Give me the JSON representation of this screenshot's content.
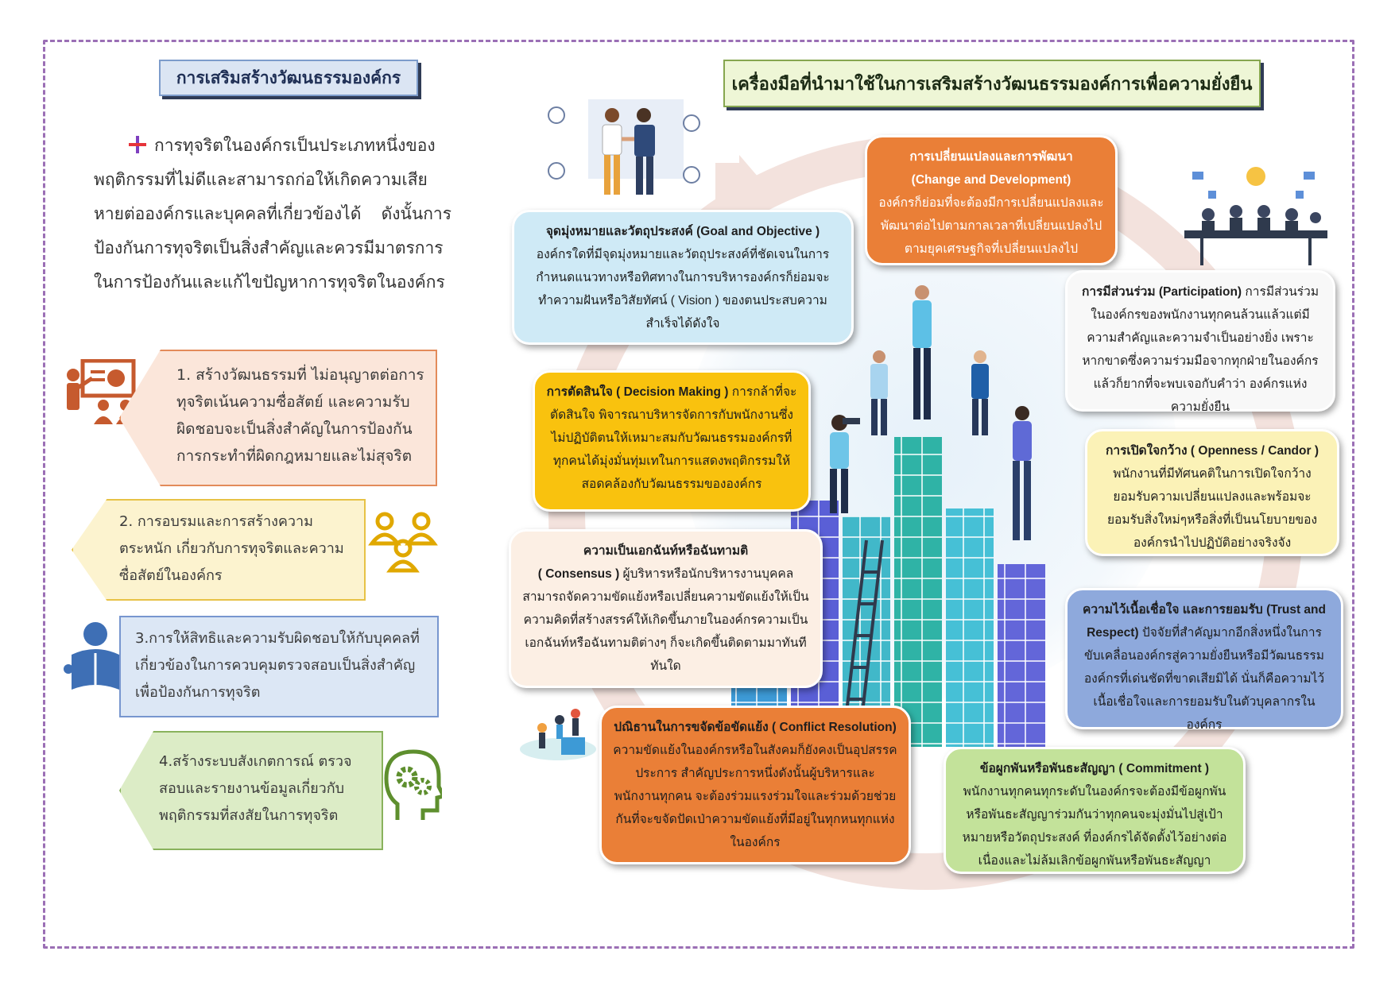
{
  "left": {
    "title": "การเสริมสร้างวัฒนธรรมองค์กร",
    "intro": "การทุจริตในองค์กรเป็นประเภทหนึ่งของพฤติกรรมที่ไม่ดีและสามารถก่อให้เกิดความเสียหายต่อองค์กรและบุคคลที่เกี่ยวข้องได้ ดังนั้นการป้องกันการทุจริตเป็นสิ่งสำคัญและควรมีมาตรการในการป้องกันและแก้ไขปัญหาการทุจริตในองค์กร",
    "cards": [
      {
        "text": "1. สร้างวัฒนธรรมที่ ไม่อนุญาตต่อการทุจริตเน้นความซื่อสัตย์ และความรับผิดชอบจะเป็นสิ่งสำคัญในการป้องกันการกระทำที่ผิดกฎหมายและไม่สุจริต",
        "icon": "presentation-icon",
        "color": "#c65a2e"
      },
      {
        "text": "2. การอบรมและการสร้างความตระหนัก เกี่ยวกับการทุจริตและความซื่อสัตย์ในองค์กร",
        "icon": "team-icon",
        "color": "#e0a800"
      },
      {
        "text": "3.การให้สิทธิและความรับผิดชอบให้กับบุคคลที่เกี่ยวข้องในการควบคุมตรวจสอบเป็นสิ่งสำคัญเพื่อป้องกันการทุจริต",
        "icon": "reader-icon",
        "color": "#3e6fb5"
      },
      {
        "text": "4.สร้างระบบสังเกตการณ์ ตรวจสอบและรายงานข้อมูลเกี่ยวกับพฤติกรรมที่สงสัยในการทุจริต",
        "icon": "head-gears-icon",
        "color": "#5e8f2e"
      }
    ]
  },
  "right": {
    "title": "เครื่องมือที่นำมาใช้ในการเสริมสร้างวัฒนธรรมองค์การเพื่อความยั่งยืน",
    "goal": {
      "heading": "จุดมุ่งหมายและวัตถุประสงค์ (Goal and Objective )",
      "body": "องค์กรใดที่มีจุดมุ่งหมายและวัตถุประสงค์ที่ชัดเจนในการกำหนดแนวทางหรือทิศทางในการบริหารองค์กรก็ย่อมจะทำความฝันหรือวิสัยทัศน์ ( Vision ) ของตนประสบความสำเร็จได้ดังใจ"
    },
    "change": {
      "heading": "การเปลี่ยนแปลงและการพัฒนา",
      "heading2": "(Change and Development)",
      "body": "องค์กรก็ย่อมที่จะต้องมีการเปลี่ยนแปลงและพัฒนาต่อไปตามกาลเวลาที่เปลี่ยนแปลงไปตามยุคเศรษฐกิจที่เปลี่ยนแปลงไป"
    },
    "decision": {
      "heading": "การตัดสินใจ ( Decision Making )",
      "body": "การกล้าที่จะตัดสินใจ พิจารณาบริหารจัดการกับพนักงานซึ่งไม่ปฏิบัติตนให้เหมาะสมกับวัฒนธรรมองค์กรที่ทุกคนได้มุ่งมั่นทุ่มเทในการแสดงพฤติกรรมให้สอดคล้องกับวัฒนธรรมขององค์กร"
    },
    "participation": {
      "heading": "การมีส่วนร่วม (Participation)",
      "body": "การมีส่วนร่วมในองค์กรของพนักงานทุกคนล้วนแล้วแต่มีความสำคัญและความจำเป็นอย่างยิ่ง เพราะหากขาดซึ่งความร่วมมือจากทุกฝ่ายในองค์กรแล้วก็ยากที่จะพบเจอกับคำว่า องค์กรแห่งความยั่งยืน"
    },
    "openness": {
      "heading": "การเปิดใจกว้าง ( Openness / Candor )",
      "body": "พนักงานที่มีทัศนคติในการเปิดใจกว้างยอมรับความเปลี่ยนแปลงและพร้อมจะยอมรับสิ่งใหม่ๆหรือสิ่งที่เป็นนโยบายขององค์กรนำไปปฏิบัติอย่างจริงจัง"
    },
    "consensus": {
      "heading": "ความเป็นเอกฉันท์หรือฉันทามติ",
      "heading2": "( Consensus )",
      "body": "ผู้บริหารหรือนักบริหารงานบุคคลสามารถจัดความขัดแย้งหรือเปลี่ยนความขัดแย้งให้เป็นความคิดที่สร้างสรรค์ให้เกิดขึ้นภายในองค์กรความเป็นเอกฉันท์หรือฉันทามติต่างๆ ก็จะเกิดขึ้นติดตามมาทันทีทันใด"
    },
    "trust": {
      "heading": "ความไว้เนื้อเชื่อใจ และการยอมรับ (Trust and Respect)",
      "body": "ปัจจัยที่สำคัญมากอีกสิ่งหนึ่งในการขับเคลื่อนองค์กรสู่ความยั่งยืนหรือมีวัฒนธรรมองค์กรที่เด่นชัดที่ขาดเสียมิได้ นั่นก็คือความไว้เนื้อเชื่อใจและการยอมรับในตัวบุคลากรในองค์กร"
    },
    "conflict": {
      "heading": "ปณิธานในการขจัดข้อขัดแย้ง ( Conflict Resolution)",
      "body": "ความขัดแย้งในองค์กรหรือในสังคมก็ยังคงเป็นอุปสรรคประการ สำคัญประการหนึ่งดังนั้นผู้บริหารและพนักงานทุกคน จะต้องร่วมแรงร่วมใจและร่วมด้วยช่วยกันที่จะขจัดปัดเป่าความขัดแย้งที่มีอยู่ในทุกหนทุกแห่งในองค์กร"
    },
    "commitment": {
      "heading": "ข้อผูกพันหรือพันธะสัญญา ( Commitment )",
      "body": "พนักงานทุกคนทุกระดับในองค์กรจะต้องมีข้อผูกพันหรือพันธะสัญญาร่วมกันว่าทุกคนจะมุ่งมั่นไปสู่เป้าหมายหรือวัตถุประสงค์ ที่องค์กรได้จัดตั้งไว้อย่างต่อเนื่องและไม่ล้มเลิกข้อผูกพันหรือพันธะสัญญา"
    }
  },
  "colors": {
    "frame": "#9b6fb5",
    "orange": "#ea7f37",
    "yellow": "#f9c20e",
    "blue": "#8ea9dc",
    "green": "#c3e29a"
  }
}
